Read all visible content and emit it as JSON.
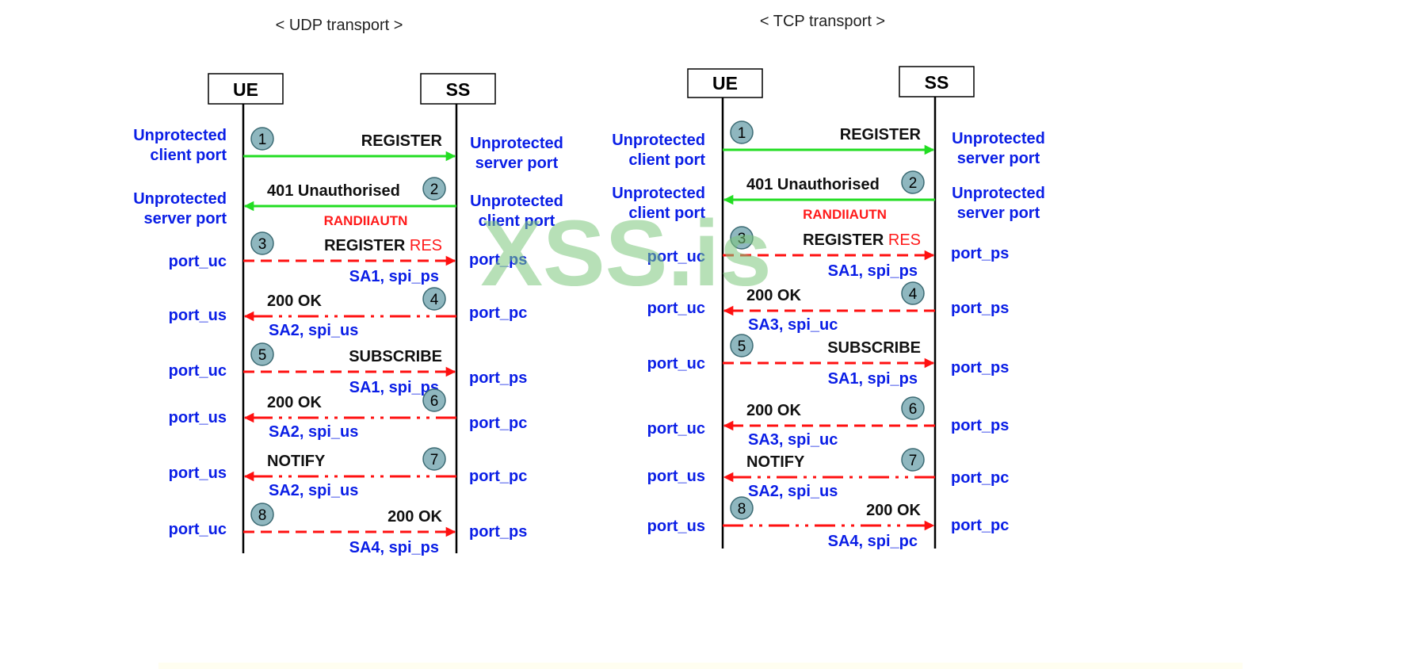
{
  "watermark": "XSS.is",
  "colors": {
    "label_blue": "#0a1ee6",
    "msg_black": "#111111",
    "param_red": "#ff1a1a",
    "arrow_green": "#22dd22",
    "arrow_red": "#ff1010",
    "watermark": "#7bc77b",
    "step_circle": "#8fb7bf"
  },
  "panels": [
    {
      "id": "udp",
      "title": "< UDP transport >",
      "ue_label": "UE",
      "ss_label": "SS",
      "steps": [
        {
          "num": "1",
          "msg": "REGISTER",
          "red": "",
          "dir": "right",
          "style": "solid",
          "color": "green",
          "left_label": [
            "Unprotected",
            "client port"
          ],
          "right_label": [
            "Unprotected",
            "server port"
          ],
          "sub": "",
          "sub_side": ""
        },
        {
          "num": "2",
          "msg": "401 Unauthorised",
          "red": "",
          "dir": "left",
          "style": "solid",
          "color": "green",
          "left_label": [
            "Unprotected",
            "server port"
          ],
          "right_label": [
            "Unprotected",
            "client port"
          ],
          "sub": "RANDIIAUTN",
          "sub_side": "red"
        },
        {
          "num": "3",
          "msg": "REGISTER",
          "red": "RES",
          "dir": "right",
          "style": "dash",
          "color": "red",
          "left_label": [
            "port_uc"
          ],
          "right_label": [
            "port_ps"
          ],
          "sub": "SA1, spi_ps",
          "sub_side": "right"
        },
        {
          "num": "4",
          "msg": "200 OK",
          "red": "",
          "dir": "left",
          "style": "dashdot",
          "color": "red",
          "left_label": [
            "port_us"
          ],
          "right_label": [
            "port_pc"
          ],
          "sub": "SA2, spi_us",
          "sub_side": "left"
        },
        {
          "num": "5",
          "msg": "SUBSCRIBE",
          "red": "",
          "dir": "right",
          "style": "dash",
          "color": "red",
          "left_label": [
            "port_uc"
          ],
          "right_label": [
            "port_ps"
          ],
          "sub": "SA1, spi_ps",
          "sub_side": "right"
        },
        {
          "num": "6",
          "msg": "200 OK",
          "red": "",
          "dir": "left",
          "style": "dashdot",
          "color": "red",
          "left_label": [
            "port_us"
          ],
          "right_label": [
            "port_pc"
          ],
          "sub": "SA2, spi_us",
          "sub_side": "left"
        },
        {
          "num": "7",
          "msg": "NOTIFY",
          "red": "",
          "dir": "left",
          "style": "dashdot",
          "color": "red",
          "left_label": [
            "port_us"
          ],
          "right_label": [
            "port_pc"
          ],
          "sub": "SA2, spi_us",
          "sub_side": "left"
        },
        {
          "num": "8",
          "msg": "200 OK",
          "red": "",
          "dir": "right",
          "style": "dash",
          "color": "red",
          "left_label": [
            "port_uc"
          ],
          "right_label": [
            "port_ps"
          ],
          "sub": "SA4, spi_ps",
          "sub_side": "right"
        }
      ]
    },
    {
      "id": "tcp",
      "title": "< TCP transport >",
      "ue_label": "UE",
      "ss_label": "SS",
      "steps": [
        {
          "num": "1",
          "msg": "REGISTER",
          "red": "",
          "dir": "right",
          "style": "solid",
          "color": "green",
          "left_label": [
            "Unprotected",
            "client port"
          ],
          "right_label": [
            "Unprotected",
            "server port"
          ],
          "sub": "",
          "sub_side": ""
        },
        {
          "num": "2",
          "msg": "401 Unauthorised",
          "red": "",
          "dir": "left",
          "style": "solid",
          "color": "green",
          "left_label": [
            "Unprotected",
            "client port"
          ],
          "right_label": [
            "Unprotected",
            "server port"
          ],
          "sub": "RANDIIAUTN",
          "sub_side": "red"
        },
        {
          "num": "3",
          "msg": "REGISTER",
          "red": "RES",
          "dir": "right",
          "style": "dash",
          "color": "red",
          "left_label": [
            "port_uc"
          ],
          "right_label": [
            "port_ps"
          ],
          "sub": "SA1, spi_ps",
          "sub_side": "right"
        },
        {
          "num": "4",
          "msg": "200 OK",
          "red": "",
          "dir": "left",
          "style": "dash",
          "color": "red",
          "left_label": [
            "port_uc"
          ],
          "right_label": [
            "port_ps"
          ],
          "sub": "SA3, spi_uc",
          "sub_side": "left"
        },
        {
          "num": "5",
          "msg": "SUBSCRIBE",
          "red": "",
          "dir": "right",
          "style": "dash",
          "color": "red",
          "left_label": [
            "port_uc"
          ],
          "right_label": [
            "port_ps"
          ],
          "sub": "SA1, spi_ps",
          "sub_side": "right"
        },
        {
          "num": "6",
          "msg": "200 OK",
          "red": "",
          "dir": "left",
          "style": "dash",
          "color": "red",
          "left_label": [
            "port_uc"
          ],
          "right_label": [
            "port_ps"
          ],
          "sub": "SA3, spi_uc",
          "sub_side": "left"
        },
        {
          "num": "7",
          "msg": "NOTIFY",
          "red": "",
          "dir": "left",
          "style": "dashdot",
          "color": "red",
          "left_label": [
            "port_us"
          ],
          "right_label": [
            "port_pc"
          ],
          "sub": "SA2, spi_us",
          "sub_side": "left"
        },
        {
          "num": "8",
          "msg": "200 OK",
          "red": "",
          "dir": "right",
          "style": "dashdot",
          "color": "red",
          "left_label": [
            "port_us"
          ],
          "right_label": [
            "port_pc"
          ],
          "sub": "SA4, spi_pc",
          "sub_side": "right"
        }
      ]
    }
  ]
}
